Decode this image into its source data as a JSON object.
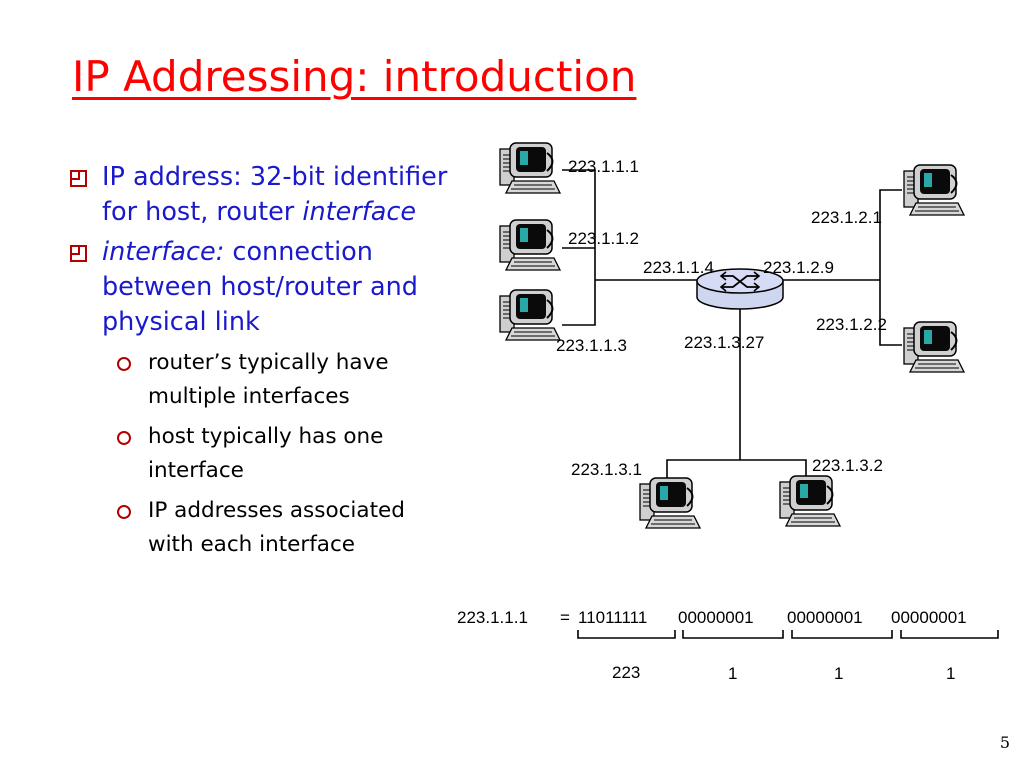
{
  "title": "IP Addressing: introduction",
  "bullets": [
    {
      "parts": [
        {
          "text": "IP address: 32-bit identifier for host, router ",
          "italic": false
        },
        {
          "text": "interface",
          "italic": true
        }
      ]
    },
    {
      "parts": [
        {
          "text": "interface:",
          "italic": true
        },
        {
          "text": " connection between host/router and physical link",
          "italic": false
        }
      ],
      "sub": [
        "router’s typically have multiple interfaces",
        "host typically has one interface",
        "IP addresses associated with each interface"
      ]
    }
  ],
  "diagram": {
    "address_labels": [
      "223.1.1.1",
      "223.1.1.2",
      "223.1.1.3",
      "223.1.1.4",
      "223.1.2.9",
      "223.1.3.27",
      "223.1.2.1",
      "223.1.2.2",
      "223.1.3.1",
      "223.1.3.2"
    ],
    "binary": {
      "address": "223.1.1.1",
      "equals": "=",
      "octets": [
        "11011111",
        "00000001",
        "00000001",
        "00000001"
      ],
      "decimals": [
        "223",
        "1",
        "1",
        "1"
      ]
    }
  },
  "slide_number": "5"
}
